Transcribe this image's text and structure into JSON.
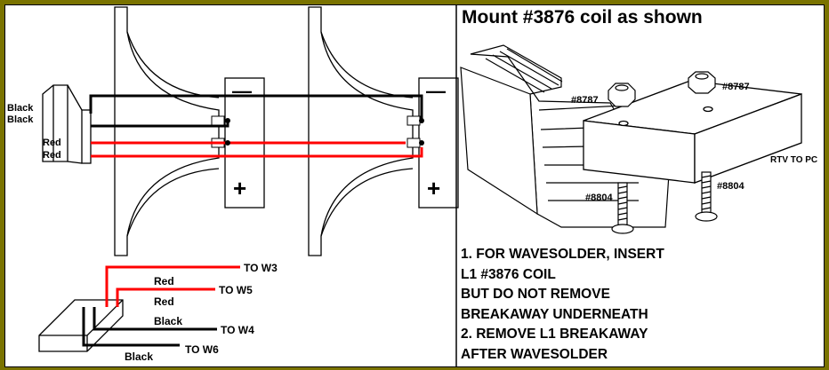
{
  "colors": {
    "background_border": "#7a7300",
    "wire_red": "#ff0000",
    "wire_black": "#000000"
  },
  "left_panel": {
    "connector_top_labels": [
      "Black",
      "Black",
      "Red",
      "Red"
    ],
    "polarity": {
      "minus": "—",
      "plus": "+"
    },
    "bottom_wires": {
      "labels": [
        "Red",
        "Red",
        "Black",
        "Black"
      ],
      "destinations": [
        "TO W3",
        "TO W5",
        "TO W4",
        "TO W6"
      ]
    }
  },
  "right_panel": {
    "title": "Mount #3876 coil as shown",
    "part_labels": {
      "nut_left": "#8787",
      "nut_right": "#8787",
      "screw_left": "#8804",
      "screw_right": "#8804",
      "rtv": "RTV TO PC"
    },
    "instructions": [
      "1. FOR WAVESOLDER, INSERT",
      "L1 #3876 COIL",
      "BUT DO NOT REMOVE",
      "BREAKAWAY UNDERNEATH",
      "2. REMOVE L1 BREAKAWAY",
      "AFTER WAVESOLDER"
    ]
  }
}
